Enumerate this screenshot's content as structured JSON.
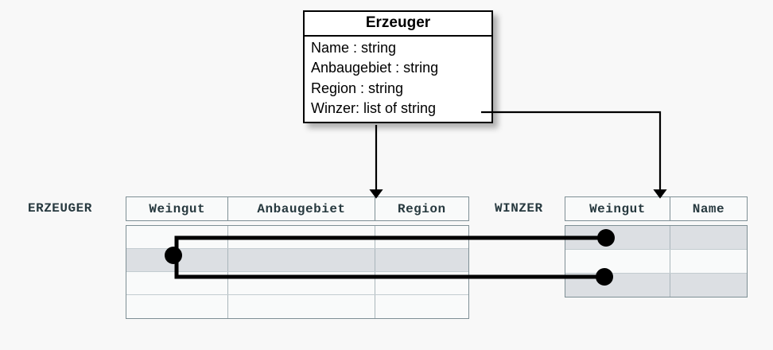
{
  "diagram": {
    "background_color": "#f8f8f8",
    "uml_class": {
      "title": "Erzeuger",
      "attributes": [
        "Name : string",
        "Anbaugebiet : string",
        "Region : string",
        "Winzer: list of string"
      ]
    },
    "tables": [
      {
        "name": "ERZEUGER",
        "columns": [
          "Weingut",
          "Anbaugebiet",
          "Region"
        ],
        "row_count": 4,
        "shaded_rows": [
          2
        ]
      },
      {
        "name": "WINZER",
        "columns": [
          "Weingut",
          "Name"
        ],
        "row_count": 3,
        "shaded_rows": [
          1,
          3
        ]
      }
    ],
    "connectors": {
      "mapping_arrow_to_erzeuger": "arrow-down",
      "mapping_arrow_to_winzer": "elbow-arrow-right-down",
      "foreign_key_link": "one-to-many-bracket"
    },
    "colors": {
      "border": "#7e8f95",
      "row_shade": "#dcdfe3",
      "table_text": "#27393f",
      "line": "#000000"
    }
  }
}
